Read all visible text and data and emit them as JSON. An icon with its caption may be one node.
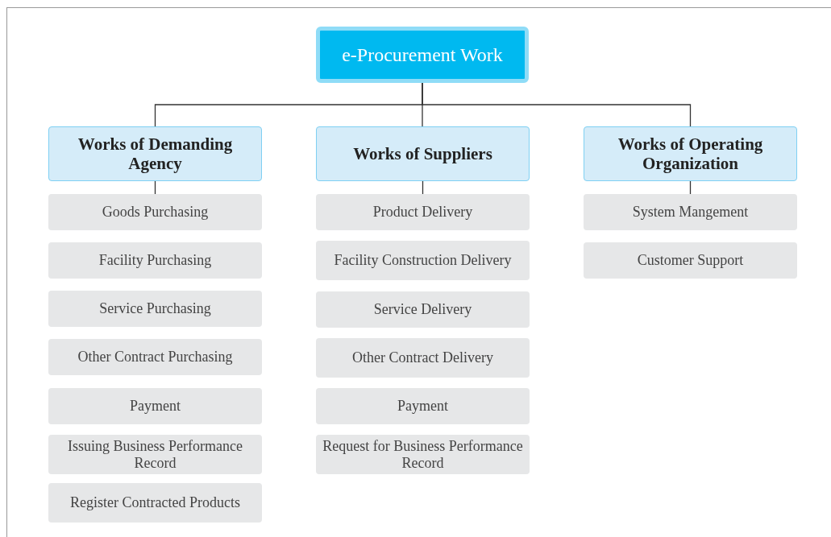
{
  "diagram": {
    "nodes": [
      {
        "text": [
          "e-Procurement Work"
        ]
      },
      {
        "text": [
          "Works of Demanding Agency"
        ]
      },
      {
        "text": [
          "Works of Suppliers"
        ]
      },
      {
        "text": [
          "Works of Operating Organization"
        ]
      },
      {
        "text": [
          "Goods Purchasing"
        ]
      },
      {
        "text": [
          "Facility Purchasing"
        ]
      },
      {
        "text": [
          "Service Purchasing"
        ]
      },
      {
        "text": [
          "Other Contract Purchasing"
        ]
      },
      {
        "text": [
          "Payment"
        ]
      },
      {
        "text": [
          "Issuing Business Performance Record"
        ]
      },
      {
        "text": [
          "Register Contracted Products"
        ]
      },
      {
        "text": [
          "Product Delivery"
        ]
      },
      {
        "text": [
          "Facility Construction Delivery"
        ]
      },
      {
        "text": [
          "Service Delivery"
        ]
      },
      {
        "text": [
          "Other Contract Delivery"
        ]
      },
      {
        "text": [
          "Payment"
        ]
      },
      {
        "text": [
          "Request for Business Performance Record"
        ]
      },
      {
        "text": [
          "System Mangement"
        ]
      },
      {
        "text": [
          "Customer Support"
        ]
      }
    ],
    "edges": [
      {
        "from": 0,
        "to": 1,
        "arrow": "none"
      },
      {
        "from": 0,
        "to": 2,
        "arrow": "none"
      },
      {
        "from": 0,
        "to": 3,
        "arrow": "none"
      },
      {
        "from": 1,
        "to": 4,
        "arrow": "none"
      },
      {
        "from": 2,
        "to": 11,
        "arrow": "none"
      },
      {
        "from": 3,
        "to": 17,
        "arrow": "none"
      }
    ]
  }
}
